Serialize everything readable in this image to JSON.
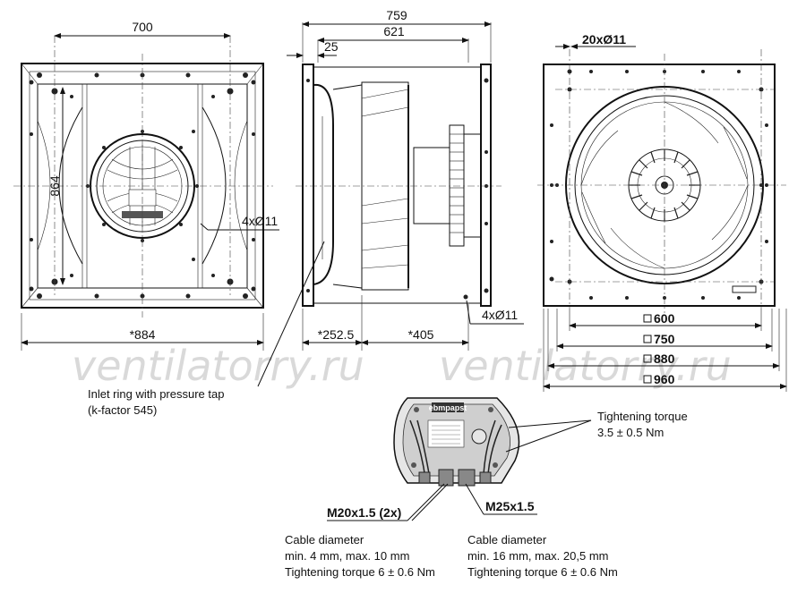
{
  "watermark": "ventilatorry.ru",
  "front_view": {
    "dim_700": "700",
    "dim_864": "864",
    "dim_884": "*884",
    "dim_holes": "4xØ11"
  },
  "side_view": {
    "dim_759": "759",
    "dim_621": "621",
    "dim_25": "25",
    "dim_252": "*252.5",
    "dim_405": "*405",
    "dim_holes": "4xØ11"
  },
  "back_view": {
    "dim_holes": "20xØ11",
    "sq_600": "600",
    "sq_750": "750",
    "sq_880": "880",
    "sq_960": "960"
  },
  "brand": "ebmpapst",
  "annotations": {
    "inlet_ring": [
      "Inlet ring with pressure tap",
      "(k-factor 545)"
    ],
    "tightening_top": [
      "Tightening torque",
      "3.5 ± 0.5 Nm"
    ],
    "m20": "M20x1.5 (2x)",
    "m25": "M25x1.5",
    "cable_left": [
      "Cable diameter",
      "min. 4 mm, max. 10 mm",
      "Tightening torque 6 ± 0.6 Nm"
    ],
    "cable_right": [
      "Cable diameter",
      "min. 16 mm, max. 20,5 mm",
      "Tightening torque 6 ± 0.6 Nm"
    ]
  }
}
